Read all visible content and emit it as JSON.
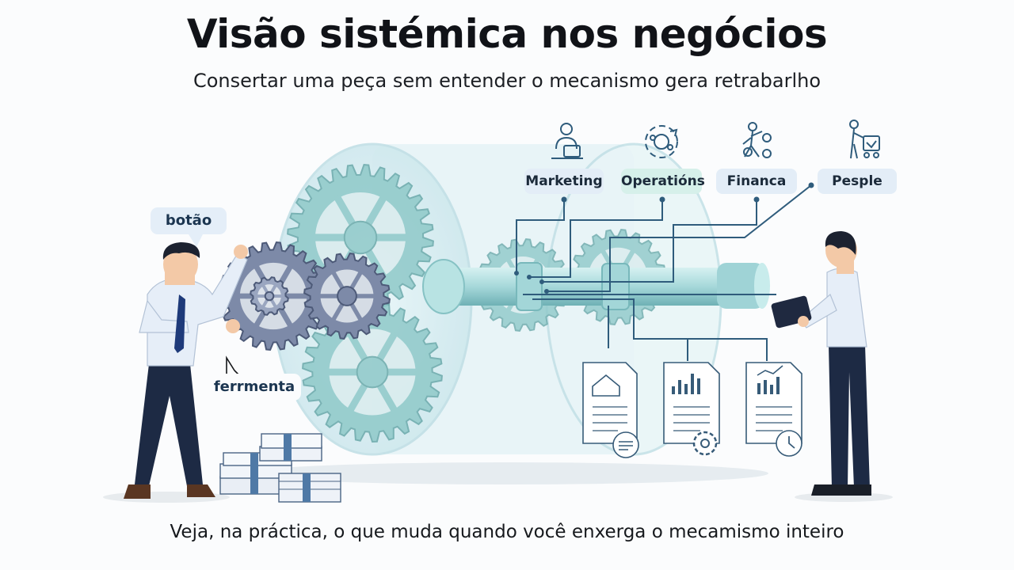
{
  "header": {
    "title": "Visão sistémica nos negócios",
    "subtitle": "Consertar uma peça sem entender o mecanismo gera retrabarlho"
  },
  "callouts": {
    "button_label": "botão",
    "tool_label": "ferrmenta"
  },
  "departments": [
    {
      "label": "Marketing",
      "icon": "person-laptop-icon",
      "color": "#e3edf7"
    },
    {
      "label": "Operatións",
      "icon": "process-cycle-icon",
      "color": "#d6f0ea"
    },
    {
      "label": "Financa",
      "icon": "person-money-icon",
      "color": "#e3edf7"
    },
    {
      "label": "Pesple",
      "icon": "person-cart-icon",
      "color": "#e3edf7"
    }
  ],
  "documents": [
    {
      "icon": "house-document-icon"
    },
    {
      "icon": "bar-chart-document-icon"
    },
    {
      "icon": "people-chart-document-icon"
    }
  ],
  "footer": {
    "text": "Veja, na práctica, o que muda quando você enxerga o mecamismo inteiro"
  },
  "colors": {
    "gear_steel": "#7d8aa8",
    "gear_teal": "#8fc9c9",
    "connector": "#2f5c7c",
    "shirt": "#e6eef8",
    "pants": "#1d2a44"
  }
}
